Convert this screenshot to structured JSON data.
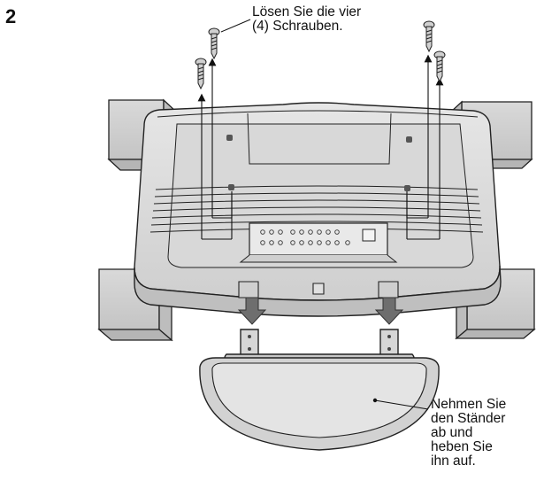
{
  "step_number": "2",
  "top_callout": {
    "lines": [
      "Lösen Sie die vier",
      "(4) Schrauben."
    ]
  },
  "side_callout": {
    "lines": [
      "Nehmen Sie",
      "den Ständer",
      "ab und",
      "heben Sie",
      "ihn auf."
    ]
  }
}
